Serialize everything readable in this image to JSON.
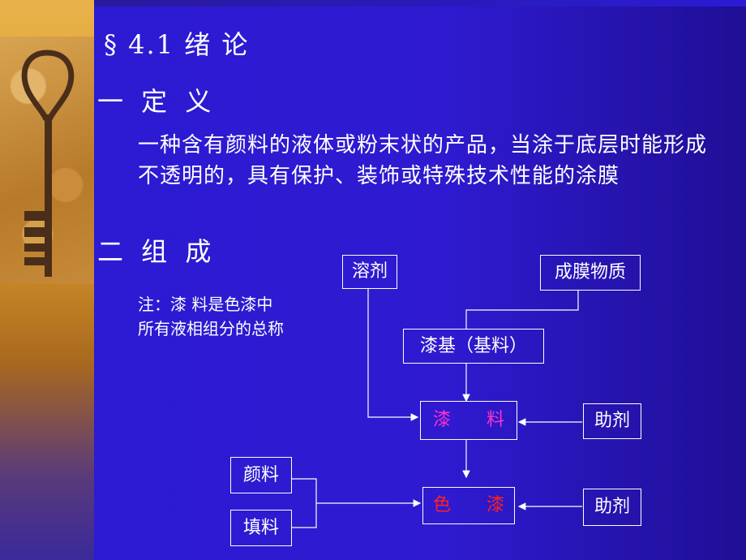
{
  "title": "§ 4.1 绪 论",
  "section1": {
    "heading": "一 定 义",
    "text": "一种含有颜料的液体或粉末状的产品，当涂于底层时能形成不透明的，具有保护、装饰或特殊技术性能的涂膜"
  },
  "section2": {
    "heading": "二 组 成"
  },
  "note": {
    "line1": "注：漆 料是色漆中",
    "line2": "所有液相组分的总称"
  },
  "diagram": {
    "solvent": "溶剂",
    "film_former": "成膜物质",
    "base": "漆基（基料）",
    "lacquer": "漆　　料",
    "additive1": "助剂",
    "pigment": "颜料",
    "filler": "填料",
    "paint": "色　　漆",
    "additive2": "助剂"
  },
  "colors": {
    "lacquer": "#ff33cc",
    "paint": "#ff2020"
  }
}
